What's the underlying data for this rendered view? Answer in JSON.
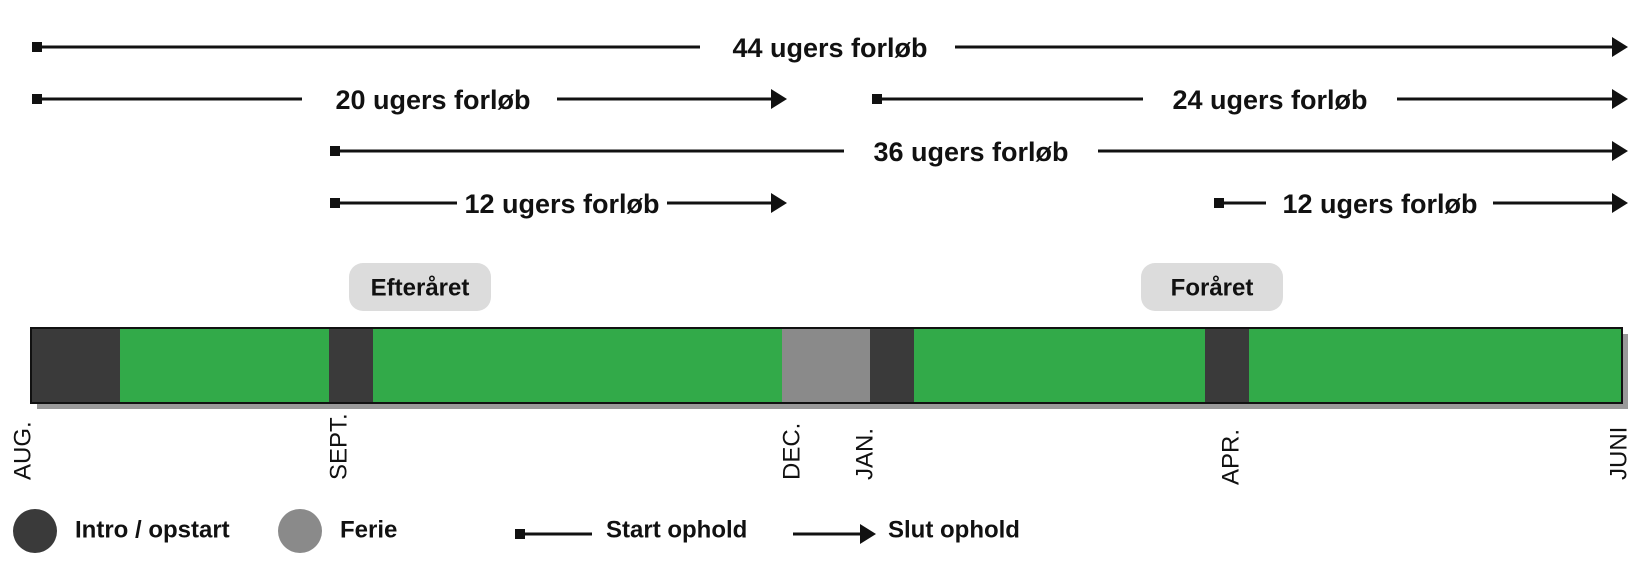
{
  "courses": [
    {
      "label": "44 ugers forløb"
    },
    {
      "label": "20 ugers forløb"
    },
    {
      "label": "24 ugers forløb"
    },
    {
      "label": "36 ugers forløb"
    },
    {
      "label": "12 ugers forløb"
    },
    {
      "label": "12 ugers forløb"
    }
  ],
  "seasons": [
    {
      "label": "Efteråret"
    },
    {
      "label": "Foråret"
    }
  ],
  "months": [
    {
      "label": "AUG."
    },
    {
      "label": "SEPT."
    },
    {
      "label": "DEC."
    },
    {
      "label": "JAN."
    },
    {
      "label": "APR."
    },
    {
      "label": "JUNI"
    }
  ],
  "legend": {
    "intro": "Intro / opstart",
    "ferie": "Ferie",
    "start": "Start ophold",
    "slut": "Slut ophold"
  },
  "colors": {
    "intro": "#3a3a3a",
    "ferie": "#8a8a8a",
    "active": "#33aa4a",
    "pill": "#dcdcdc",
    "line": "#111111"
  }
}
